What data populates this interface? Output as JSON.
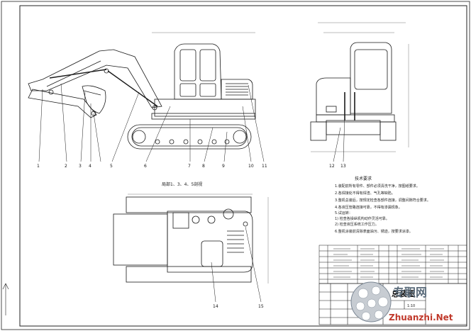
{
  "views": {
    "section_note": "局部1、3、4、5剖视",
    "side_labels": [
      "1",
      "2",
      "3",
      "4",
      "5",
      "6",
      "7",
      "8",
      "9",
      "10",
      "11"
    ],
    "front_labels": [
      "12",
      "13"
    ],
    "top_labels": [
      "14",
      "15"
    ]
  },
  "notes": {
    "title": "技术要求",
    "lines": [
      "1.装配前所有零件、部件必须清洗干净，按图纸要求。",
      "2.各焊接处不得有焊渣、气孔等缺陷。",
      "3.整机总装后，按规定检查各部件连接，调整间隙符合要求。",
      "4.各液压管路连接可靠，不得有渗漏现象。",
      "5.试运转：",
      "  1) 检查各操纵机构动作灵活可靠。",
      "  2) 检查液压系统工作压力。",
      "6.整机涂装前清除表面油污、锈迹，按要求涂漆。"
    ]
  },
  "title_block": {
    "title": "总装图",
    "scale": "1:10"
  },
  "watermark": {
    "text": "Zhuanzhi.Net",
    "logo_text": "专职网"
  },
  "colors": {
    "line": "#1a1a1a",
    "dim": "#555555",
    "watermark": "#c0392b"
  }
}
